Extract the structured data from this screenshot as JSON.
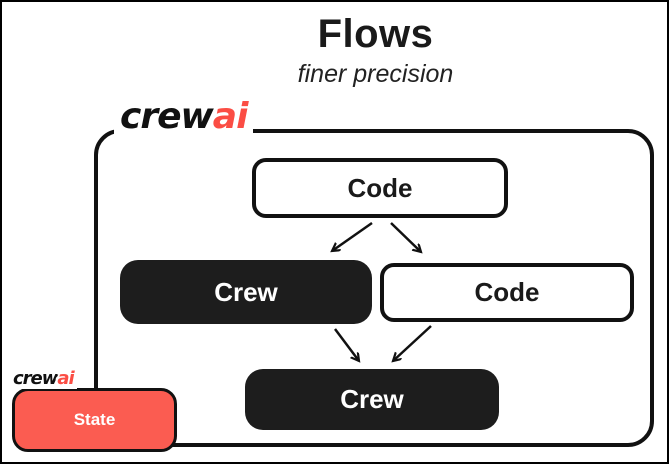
{
  "title": "Flows",
  "subtitle": "finer precision",
  "logo": {
    "crew": "crew",
    "ai": "ai"
  },
  "diagram": {
    "code_top": "Code",
    "crew_left": "Crew",
    "code_right": "Code",
    "crew_bottom": "Crew",
    "state": "State"
  },
  "colors": {
    "accent_red": "#fb5c51",
    "logo_red": "#fb4d44",
    "node_black": "#1d1d1d",
    "border_black": "#111111"
  }
}
